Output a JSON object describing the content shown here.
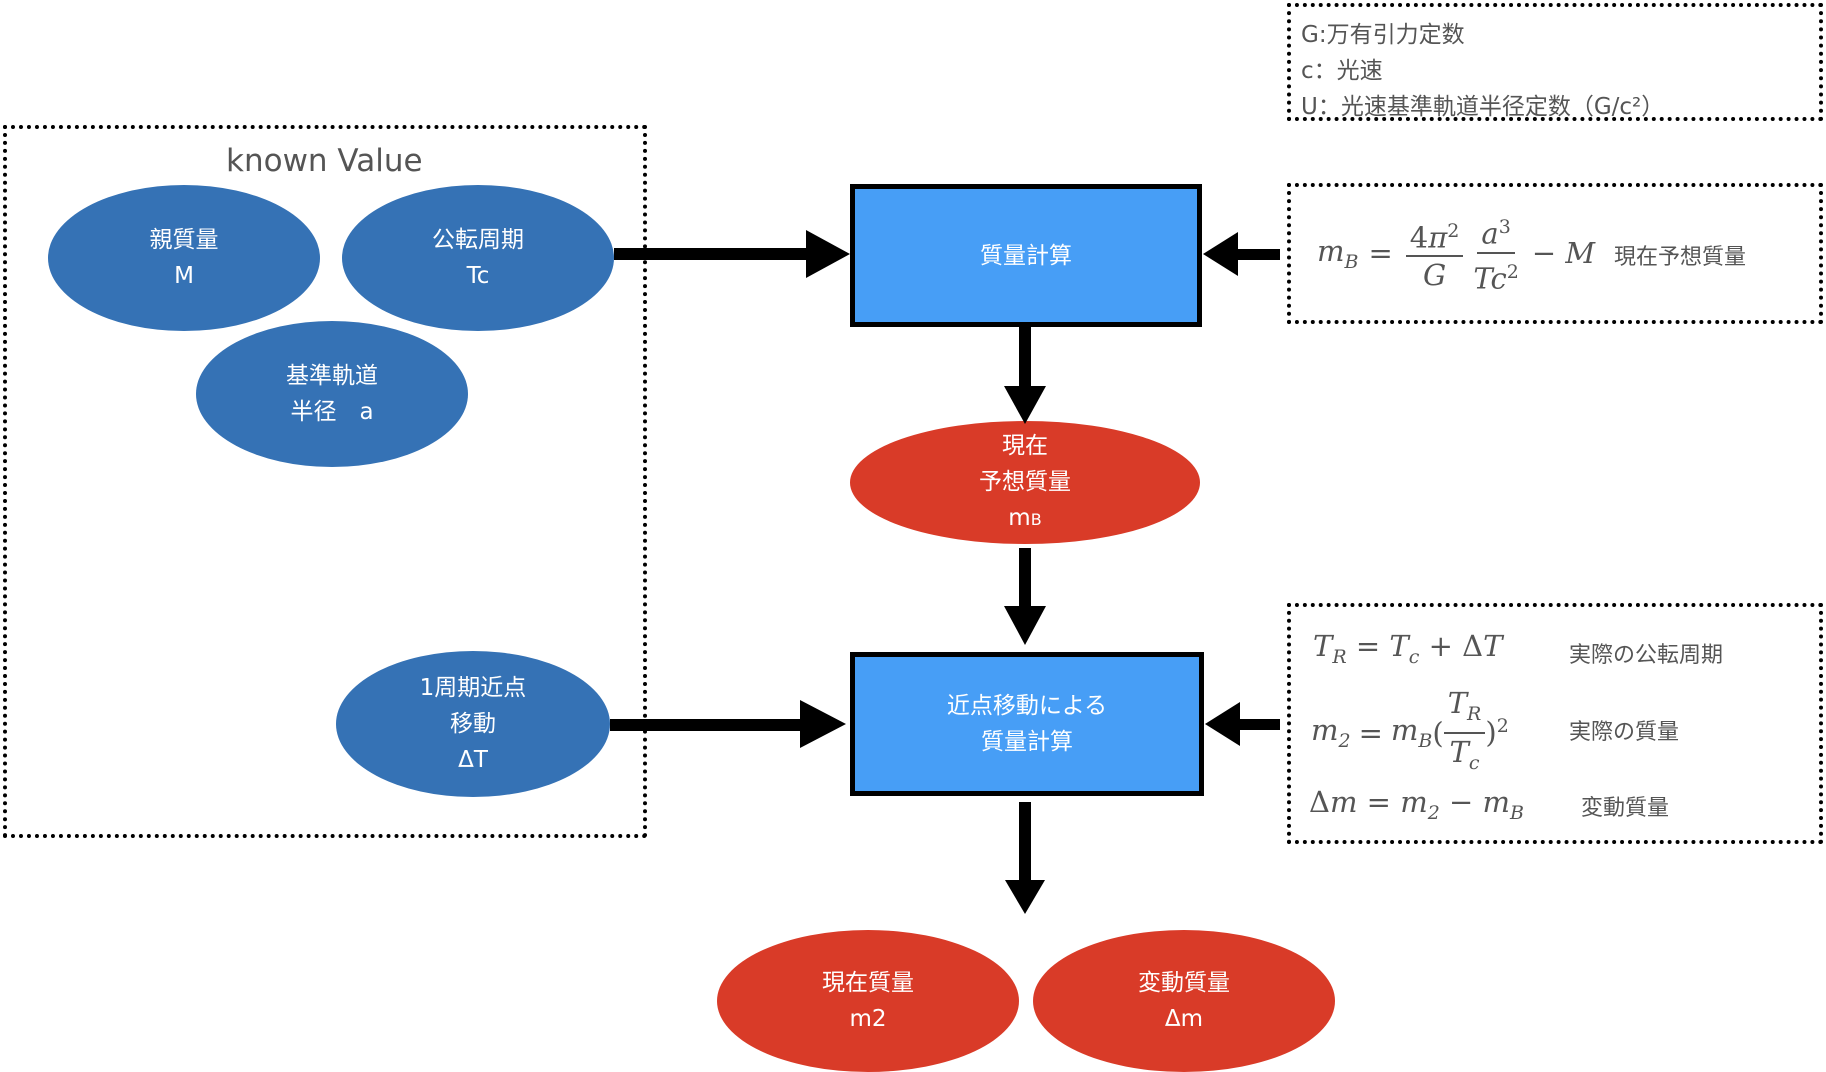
{
  "legend": {
    "lines": [
      "G:万有引力定数",
      "c：光速",
      "U：光速基準軌道半径定数（G/c²）"
    ]
  },
  "known_value": {
    "title": "known Value",
    "nodes": [
      {
        "line1": "親質量",
        "line2": "M"
      },
      {
        "line1": "公転周期",
        "line2": "Tc"
      },
      {
        "line1": "基準軌道",
        "line2": "半径　a"
      },
      {
        "line1": "1周期近点",
        "line2": "移動",
        "line3": "ΔT"
      }
    ]
  },
  "process": {
    "mass_calc": {
      "label": "質量計算"
    },
    "perihelion_calc": {
      "line1": "近点移動による",
      "line2": "質量計算"
    }
  },
  "outputs": {
    "predicted": {
      "line1": "現在",
      "line2": "予想質量",
      "symbol": "m",
      "symbol_sub": "B"
    },
    "current": {
      "line1": "現在質量",
      "line2": "m2"
    },
    "delta": {
      "line1": "変動質量",
      "line2": "Δm"
    }
  },
  "formula1": {
    "lhs": "m",
    "lhs_sub": "B",
    "frac1_num": "4π",
    "frac1_num_sup": "2",
    "frac1_den": "G",
    "frac2_num": "a",
    "frac2_num_sup": "3",
    "frac2_den": "Tc",
    "frac2_den_sup": "2",
    "tail": "− M",
    "desc": "現在予想質量"
  },
  "formula2": {
    "rows": [
      {
        "desc": "実際の公転周期"
      },
      {
        "desc": "実際の質量"
      },
      {
        "desc": "変動質量"
      }
    ]
  },
  "colors": {
    "input_node": "#3572b5",
    "output_node": "#d93b28",
    "process_box": "#479ef6"
  }
}
